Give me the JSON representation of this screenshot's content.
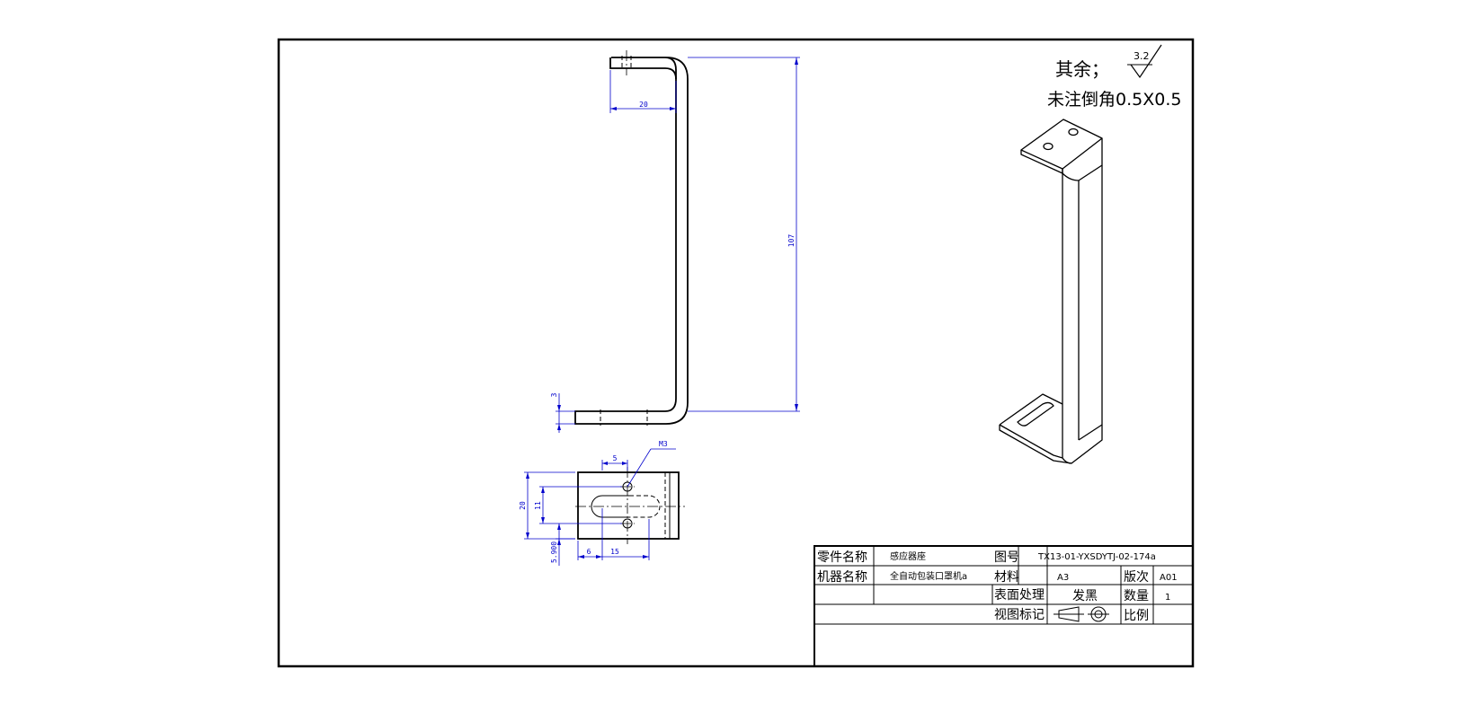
{
  "notes": {
    "roughness_prefix": "其余；",
    "roughness_value": "3.2",
    "chamfer_note": "未注倒角0.5X0.5"
  },
  "dimensions": {
    "top_flange_length": "20",
    "total_height": "107",
    "thickness": "3",
    "thread": "M3",
    "hole_offset": "5",
    "width": "20",
    "hole_pitch": "11",
    "edge_offset": "5.900",
    "slot_start": "6",
    "slot_length": "15"
  },
  "title_block": {
    "part_name_label": "零件名称",
    "part_name_value": "感应器座",
    "drawing_no_label": "图号",
    "drawing_no_value": "TX13-01-YXSDYTJ-02-174a",
    "machine_name_label": "机器名称",
    "machine_name_value": "全自动包装口罩机a",
    "material_label": "材料",
    "material_value": "A3",
    "version_label": "版次",
    "version_value": "A01",
    "surface_label": "表面处理",
    "surface_value": "发黑",
    "quantity_label": "数量",
    "quantity_value": "1",
    "view_mark_label": "视图标记",
    "scale_label": "比例",
    "scale_value": ""
  },
  "colors": {
    "dimension": "#0000cc",
    "outline": "#000000",
    "background": "#ffffff"
  }
}
